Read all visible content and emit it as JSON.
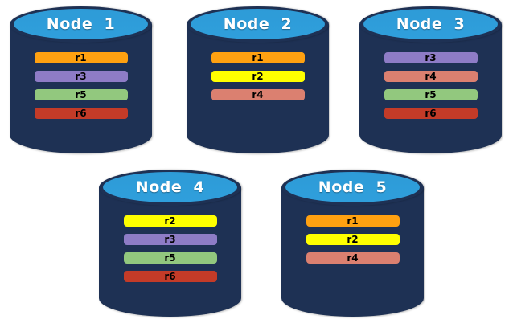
{
  "diagram": {
    "colors": {
      "cylinder_body": "#1E3154",
      "cylinder_top": "#2E9BD7",
      "cylinder_top_bottom": "#2F9FDC",
      "node_label_text": "#FFFFFF",
      "bar_label_text": "#000000"
    },
    "replica_colors": {
      "r1": "#FFA111",
      "r2": "#FFFF00",
      "r3": "#8E7CC6",
      "r4": "#DB8070",
      "r5": "#92C87E",
      "r6": "#C33B28"
    },
    "nodes": [
      {
        "label": "Node  1",
        "replicas": [
          "r1",
          "r3",
          "r5",
          "r6"
        ]
      },
      {
        "label": "Node  2",
        "replicas": [
          "r1",
          "r2",
          "r4"
        ]
      },
      {
        "label": "Node  3",
        "replicas": [
          "r3",
          "r4",
          "r5",
          "r6"
        ]
      },
      {
        "label": "Node  4",
        "replicas": [
          "r2",
          "r3",
          "r5",
          "r6"
        ]
      },
      {
        "label": "Node  5",
        "replicas": [
          "r1",
          "r2",
          "r4"
        ]
      }
    ]
  }
}
